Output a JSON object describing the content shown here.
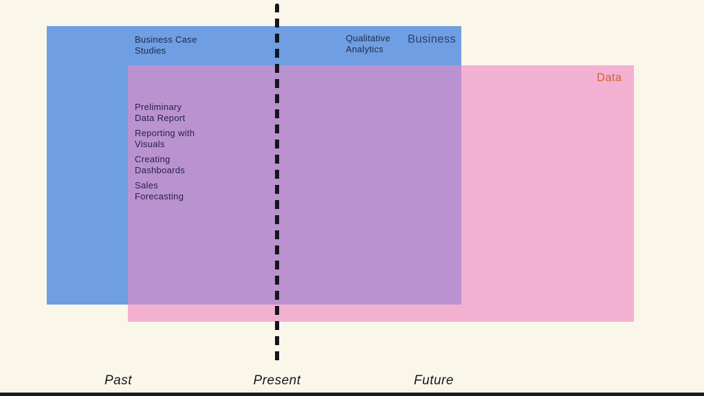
{
  "canvas": {
    "background_color": "#faf6e9",
    "bottom_bar_color": "#1b1b1b"
  },
  "regions": {
    "business": {
      "label": "Business",
      "fill_color": "#6f9ee2",
      "label_color": "#2b3f6d",
      "items": [
        {
          "label": "Business Case\nStudies"
        },
        {
          "label": "Qualitative\nAnalytics"
        }
      ]
    },
    "data": {
      "label": "Data",
      "fill_color": "#f3b1d2",
      "label_color": "#d2622f"
    },
    "overlap": {
      "fill_color": "#ba92d0",
      "items": [
        {
          "label": "Preliminary\nData Report"
        },
        {
          "label": "Reporting with\nVisuals"
        },
        {
          "label": "Creating\nDashboards"
        },
        {
          "label": "Sales\nForecasting"
        }
      ]
    }
  },
  "timeline": {
    "divider_color": "#15151e",
    "labels": [
      {
        "label": "Past"
      },
      {
        "label": "Present"
      },
      {
        "label": "Future"
      }
    ]
  }
}
